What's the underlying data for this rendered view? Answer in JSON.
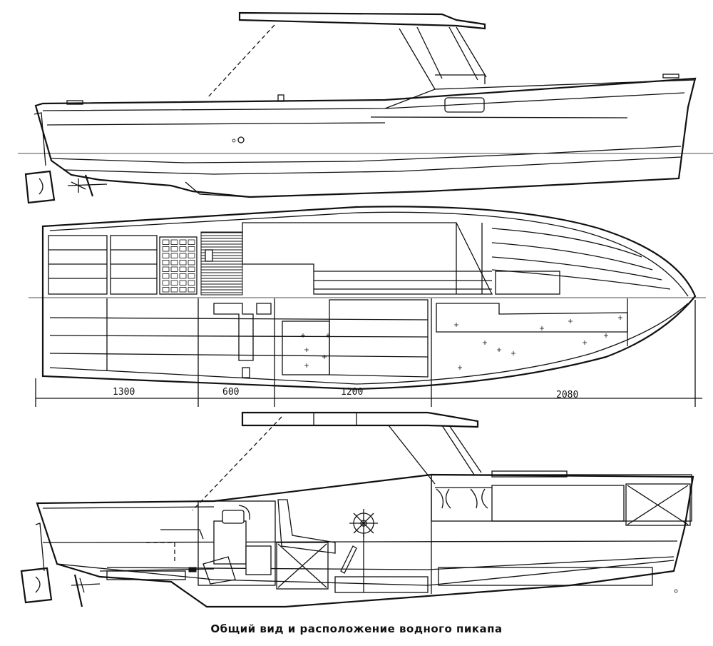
{
  "caption": "Общий вид и расположение водного пикапа",
  "dimensions": [
    {
      "label": "1300"
    },
    {
      "label": "600"
    },
    {
      "label": "1200"
    },
    {
      "label": "2080"
    }
  ]
}
